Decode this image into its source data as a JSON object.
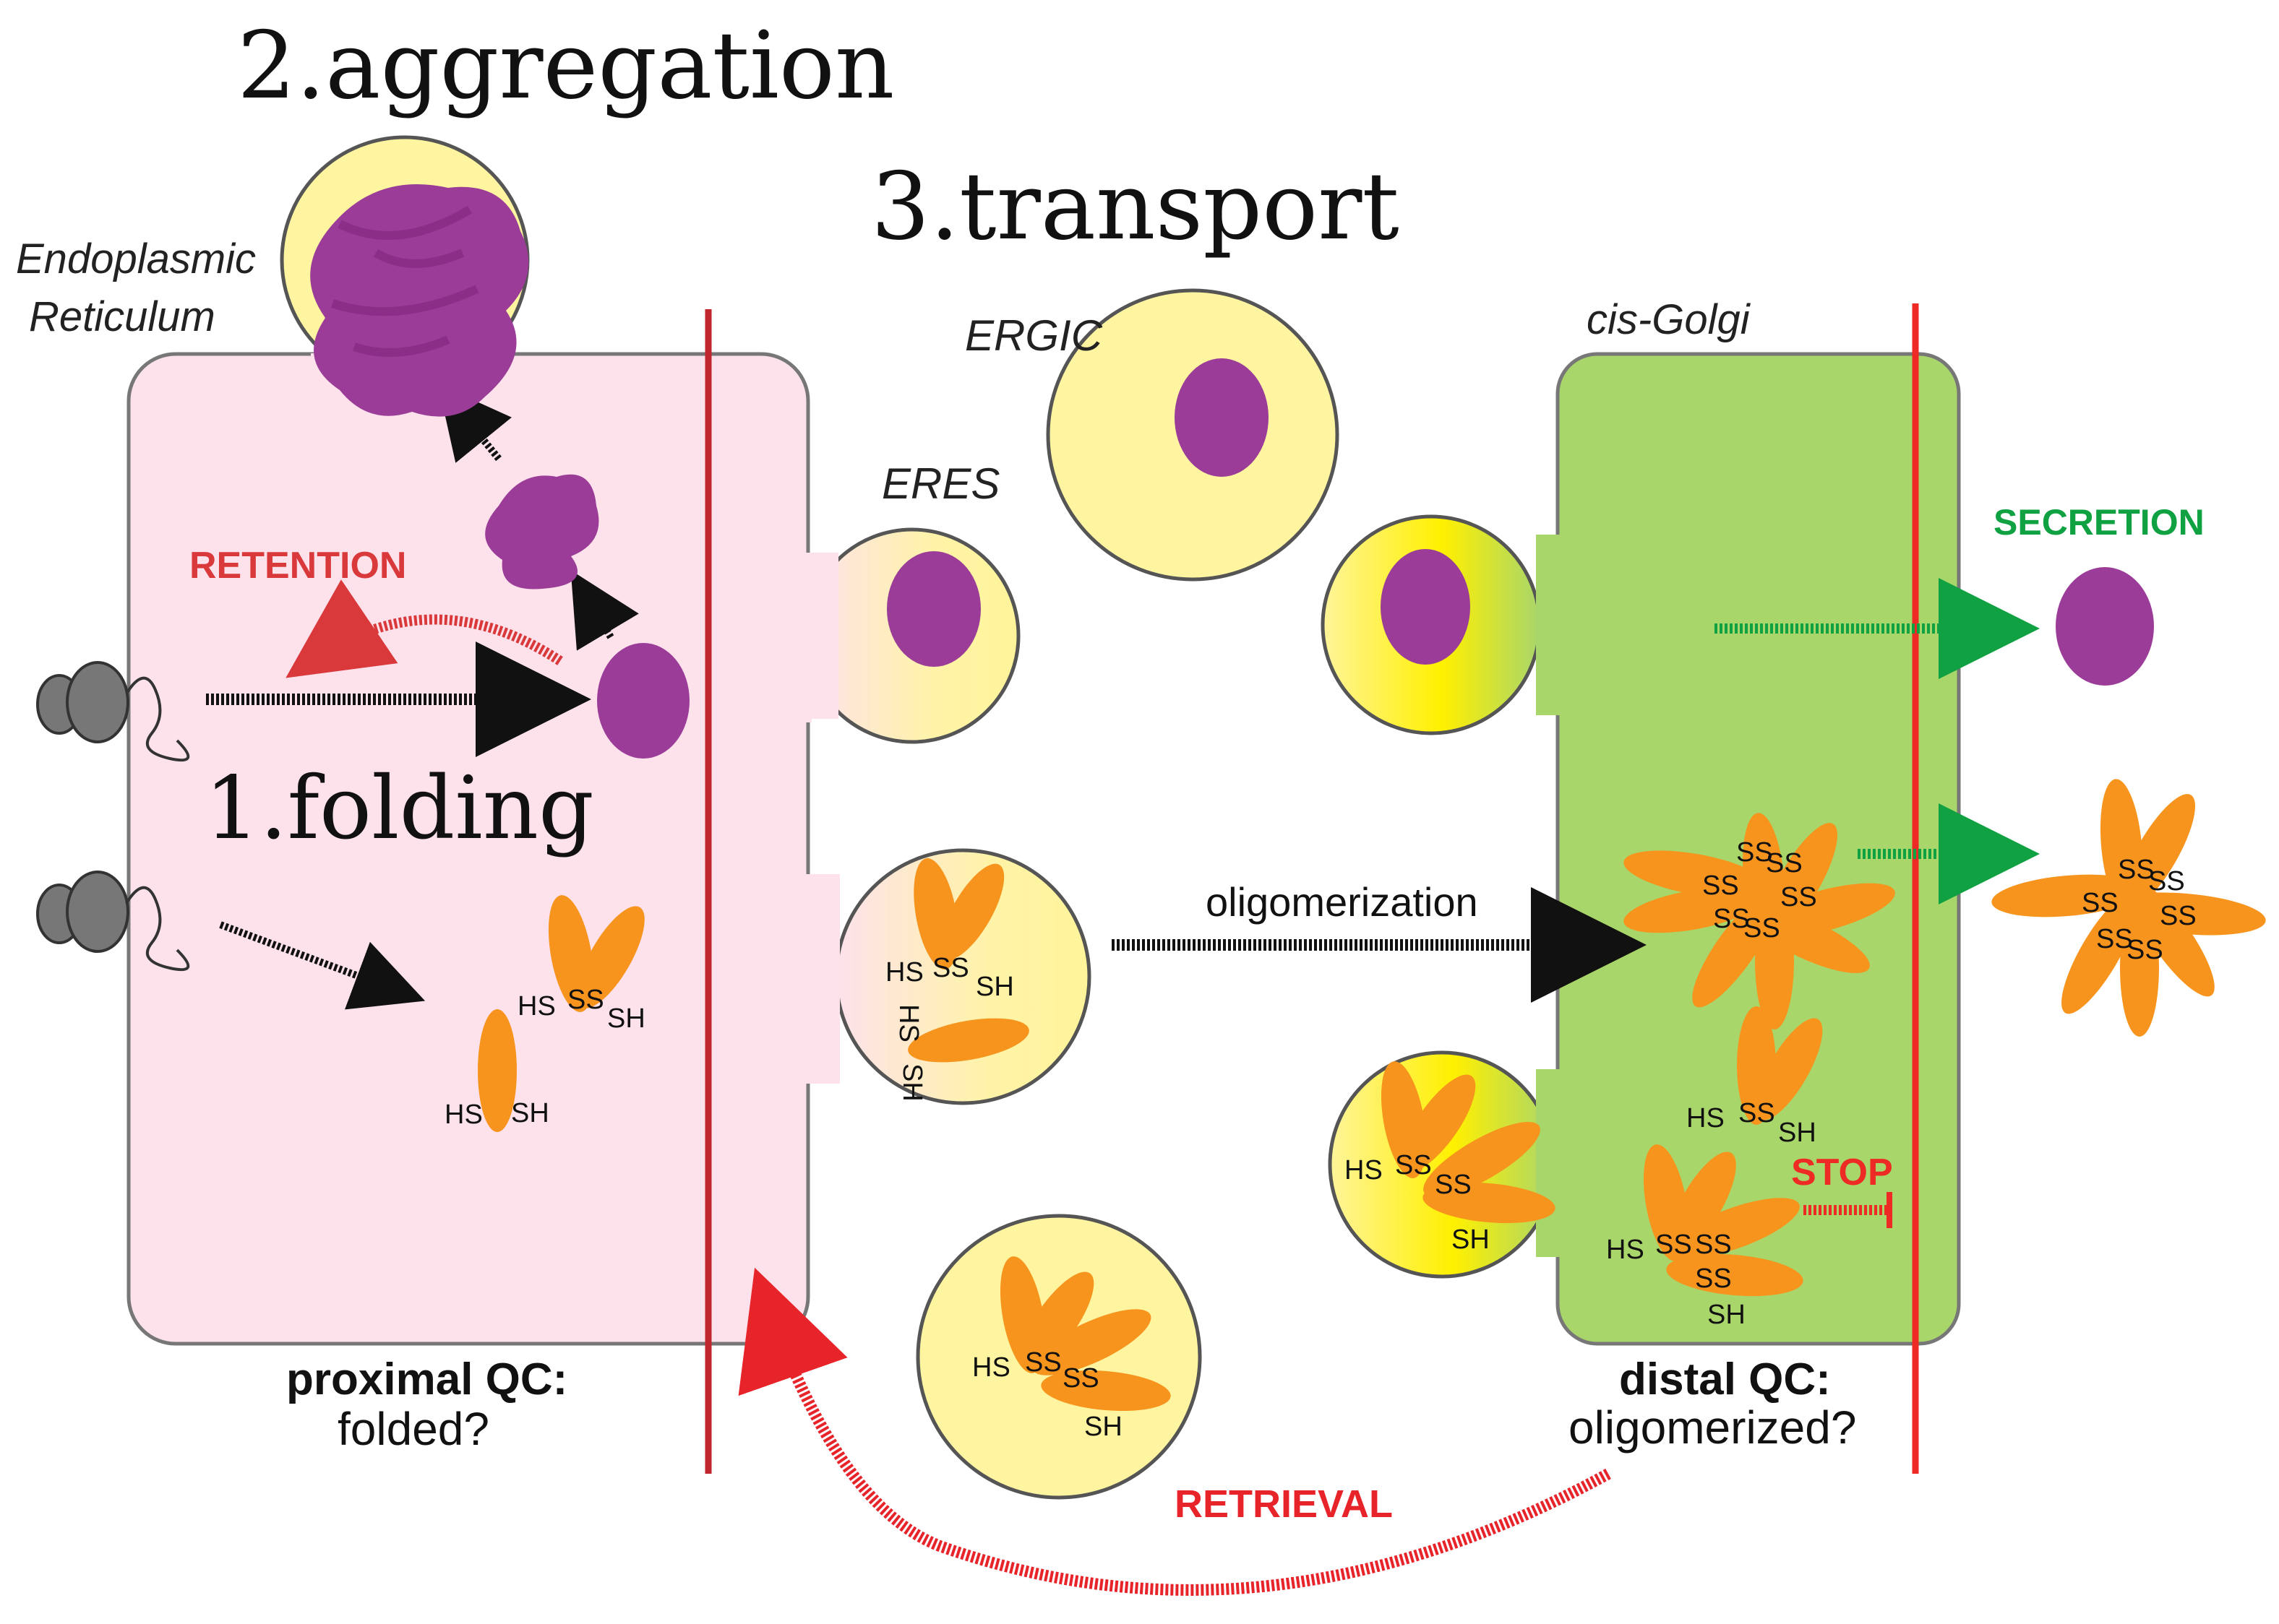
{
  "title_aggregation": "2.aggregation",
  "title_transport": "3.transport",
  "title_folding": "1.folding",
  "label_er": [
    "Endoplasmic",
    "Reticulum"
  ],
  "label_ergic": "ERGIC",
  "label_eres": "ERES",
  "label_cis_golgi": "cis-Golgi",
  "label_retention": "RETENTION",
  "label_secretion": "SECRETION",
  "label_oligomerization": "oligomerization",
  "label_stop": "STOP",
  "label_retrieval": "RETRIEVAL",
  "label_proximal_qc": "proximal QC:",
  "label_folded": "folded?",
  "label_distal_qc": "distal QC:",
  "label_oligomerized": "oligomerized?",
  "chem": {
    "hs": "HS",
    "ss": "SS",
    "sh": "SH"
  },
  "colors": {
    "er_fill": "#fde2ec",
    "golgi_fill": "#a9d66a",
    "vesicle_fill": "#fff4a0",
    "protein_purple": "#9b3d98",
    "protein_orange": "#f7941d",
    "qc_line_dark": "#c0272d",
    "qc_line_bright": "#ee2a24",
    "retention_red": "#d9393b",
    "secretion_green": "#10a142"
  }
}
